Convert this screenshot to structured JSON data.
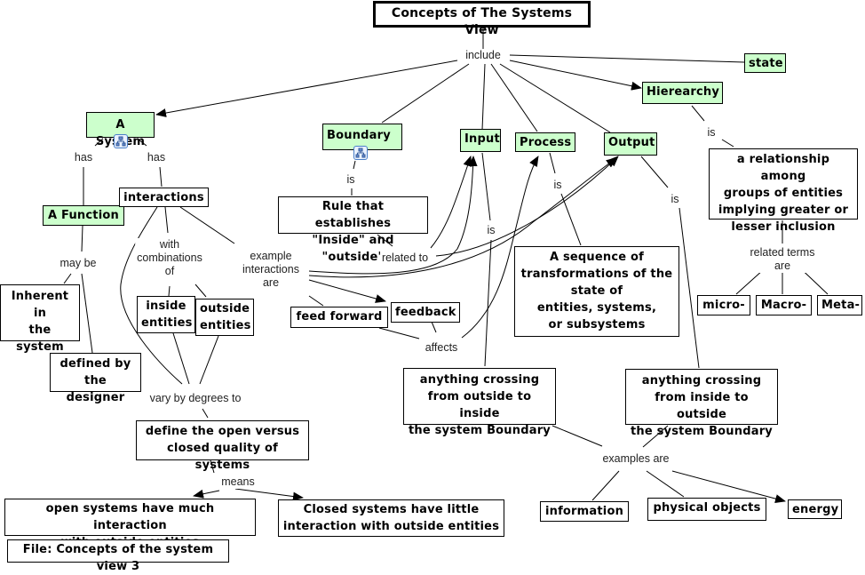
{
  "title": "Concepts of The Systems View",
  "file_label": "File: Concepts of the system view 3",
  "colors": {
    "concept_fill": "#ccffcc",
    "plain_fill": "#ffffff",
    "border": "#000000",
    "submap_icon": "#4a7fc8"
  },
  "concepts": {
    "state": "state",
    "hierarchy": "Hierearchy",
    "a_system": "A System",
    "boundary": "Boundary",
    "input": "Input",
    "process": "Process",
    "output": "Output",
    "a_function": "A Function",
    "interactions": "interactions",
    "inherent": "Inherent\nin\nthe system",
    "defined_by": "defined by\nthe designer",
    "inside_entities": "inside\nentities",
    "outside_entities": "outside\nentities",
    "rule": "Rule that establishes\n\"Inside\" and \"outside\"",
    "feed_forward": "feed forward",
    "feedback": "feedback",
    "sequence": "A sequence of\ntransformations of the\nstate of\nentities, systems,\nor subsystems",
    "relationship": "a relationship among\ngroups of entities\nimplying greater or\nlesser inclusion",
    "micro": "micro-",
    "macro": "Macro-",
    "meta": "Meta-",
    "crossing_in": "anything crossing\nfrom outside to inside\nthe system Boundary",
    "crossing_out": "anything crossing\nfrom inside to outside\nthe system Boundary",
    "define_open": "define the open versus\nclosed quality of systems",
    "open_systems": "open systems have much interaction\nwith outside entities",
    "closed_systems": "Closed systems have little\ninteraction with outside entities",
    "information": "information",
    "physical_objects": "physical objects",
    "energy": "energy"
  },
  "phrases": {
    "include": "include",
    "has_left": "has",
    "has_right": "has",
    "may_be": "may be",
    "with_combinations": "with\ncombinations\nof",
    "example_interactions": "example\ninteractions\nare",
    "boundary_is": "is",
    "related_to": "related to",
    "input_is": "is",
    "process_is": "is",
    "output_is": "is",
    "hierarchy_is": "is",
    "related_terms": "related terms are",
    "affects": "affects",
    "vary_by_degrees": "vary by degrees to",
    "means": "means",
    "examples_are": "examples are"
  },
  "icons": {
    "submap": "submap-hierarchy-icon"
  }
}
